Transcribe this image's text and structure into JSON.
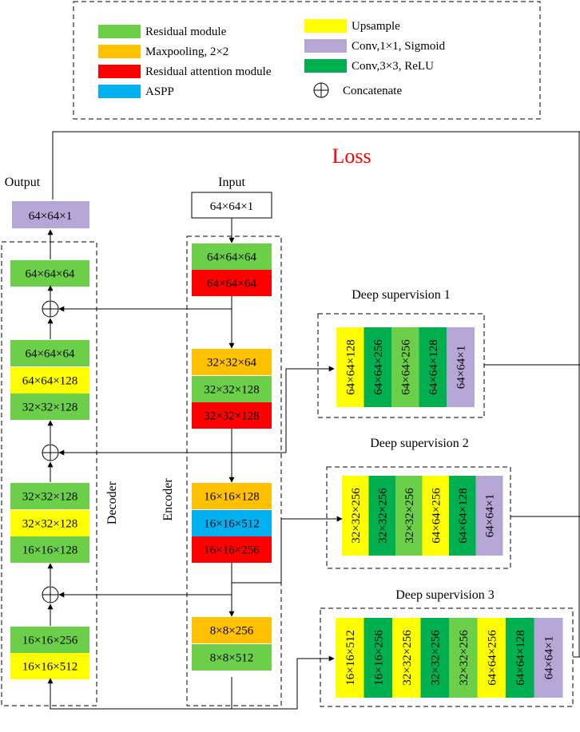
{
  "legend": {
    "items": [
      {
        "label": "Residual module",
        "color": "#6CCF4A"
      },
      {
        "label": "Maxpooling, 2×2",
        "color": "#FFC000"
      },
      {
        "label": "Residual attention module",
        "color": "#FF0000"
      },
      {
        "label": "ASPP",
        "color": "#00B0F0"
      },
      {
        "label": "Upsample",
        "color": "#FFFF00"
      },
      {
        "label": "Conv,1×1, Sigmoid",
        "color": "#B4A7D6"
      },
      {
        "label": "Conv,3×3, ReLU",
        "color": "#00B050"
      },
      {
        "label": "Concatenate",
        "icon": "circle-plus-icon"
      }
    ]
  },
  "titles": {
    "loss": "Loss",
    "output": "Output",
    "input": "Input",
    "decoder": "Decoder",
    "encoder": "Encoder"
  },
  "input_block": "64×64×1",
  "output_block": {
    "label": "64×64×1",
    "color": "#B4A7D6"
  },
  "encoder_blocks": [
    {
      "label": "64×64×64",
      "color": "#6CCF4A"
    },
    {
      "label": "64×64×64",
      "color": "#FF0000"
    },
    {
      "label": "32×32×64",
      "color": "#FFC000"
    },
    {
      "label": "32×32×128",
      "color": "#6CCF4A"
    },
    {
      "label": "32×32×128",
      "color": "#FF0000"
    },
    {
      "label": "16×16×128",
      "color": "#FFC000"
    },
    {
      "label": "16×16×512",
      "color": "#00B0F0"
    },
    {
      "label": "16×16×256",
      "color": "#FF0000"
    },
    {
      "label": "8×8×256",
      "color": "#FFC000"
    },
    {
      "label": "8×8×512",
      "color": "#6CCF4A"
    }
  ],
  "decoder_blocks": [
    {
      "label": "64×64×64",
      "color": "#6CCF4A"
    },
    {
      "label": "64×64×64",
      "color": "#6CCF4A"
    },
    {
      "label": "64×64×128",
      "color": "#FFFF00"
    },
    {
      "label": "32×32×128",
      "color": "#6CCF4A"
    },
    {
      "label": "32×32×128",
      "color": "#6CCF4A"
    },
    {
      "label": "32×32×128",
      "color": "#FFFF00"
    },
    {
      "label": "16×16×128",
      "color": "#6CCF4A"
    },
    {
      "label": "16×16×256",
      "color": "#6CCF4A"
    },
    {
      "label": "16×16×512",
      "color": "#FFFF00"
    }
  ],
  "deep_supervision": [
    {
      "title": "Deep supervision 1",
      "blocks": [
        {
          "label": "64×64×128",
          "color": "#FFFF00"
        },
        {
          "label": "64×64×256",
          "color": "#00B050"
        },
        {
          "label": "64×64×256",
          "color": "#6CCF4A"
        },
        {
          "label": "64×64×128",
          "color": "#00B050"
        },
        {
          "label": "64×64×1",
          "color": "#B4A7D6"
        }
      ]
    },
    {
      "title": "Deep supervision 2",
      "blocks": [
        {
          "label": "32×32×256",
          "color": "#FFFF00"
        },
        {
          "label": "32×32×256",
          "color": "#00B050"
        },
        {
          "label": "32×32×256",
          "color": "#6CCF4A"
        },
        {
          "label": "64×64×256",
          "color": "#FFFF00"
        },
        {
          "label": "64×64×128",
          "color": "#00B050"
        },
        {
          "label": "64×64×1",
          "color": "#B4A7D6"
        }
      ]
    },
    {
      "title": "Deep supervision 3",
      "blocks": [
        {
          "label": "16×16×512",
          "color": "#FFFF00"
        },
        {
          "label": "16×16×256",
          "color": "#00B050"
        },
        {
          "label": "32×32×256",
          "color": "#FFFF00"
        },
        {
          "label": "32×32×256",
          "color": "#00B050"
        },
        {
          "label": "32×32×256",
          "color": "#6CCF4A"
        },
        {
          "label": "64×64×256",
          "color": "#FFFF00"
        },
        {
          "label": "64×64×128",
          "color": "#00B050"
        },
        {
          "label": "64×64×1",
          "color": "#B4A7D6"
        }
      ]
    }
  ]
}
